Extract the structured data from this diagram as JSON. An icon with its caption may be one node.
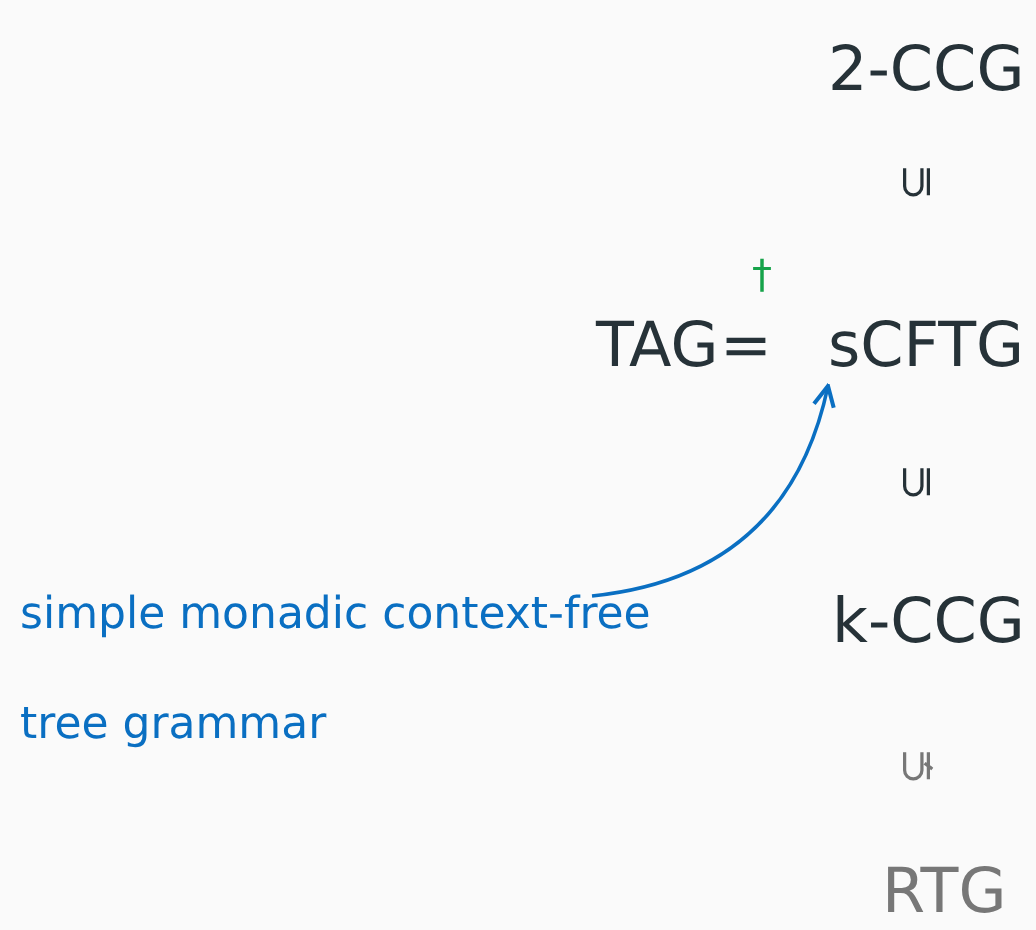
{
  "diagram": {
    "nodes": [
      {
        "text": [
          "simple monadic context-free tree grammar"
        ]
      },
      {
        "text": [
          "sCFTG"
        ]
      }
    ],
    "edges": [
      {
        "from": 0,
        "to": 1,
        "arrow": "to"
      }
    ],
    "labels": [
      "2-CCG",
      "⊆",
      "†",
      "TAG",
      "=",
      "⊆",
      "k-CCG",
      "⊊",
      "RTG"
    ]
  }
}
